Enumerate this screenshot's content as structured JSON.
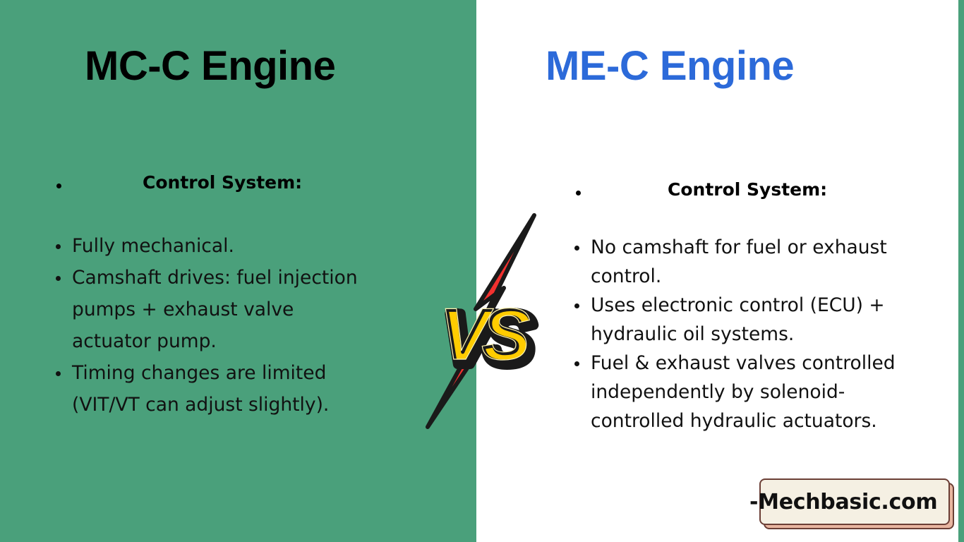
{
  "colors": {
    "left_panel_bg": "#4aa07b",
    "right_panel_bg": "#ffffff",
    "left_title": "#000000",
    "right_title": "#2c6ad9",
    "bolt_red": "#f2312f",
    "vs_yellow": "#ffcc00",
    "badge_bg": "#f5f0e3",
    "badge_shadow": "#e8b5a0"
  },
  "left": {
    "title": "MC-C Engine",
    "section_heading": "Control System:",
    "items": [
      {
        "lines": [
          "Fully mechanical."
        ]
      },
      {
        "lines": [
          "Camshaft drives: fuel injection",
          "pumps + exhaust valve",
          "actuator pump."
        ]
      },
      {
        "lines": [
          "Timing changes are limited",
          "(VIT/VT can adjust slightly)."
        ]
      }
    ]
  },
  "right": {
    "title": "ME-C Engine",
    "section_heading": "Control System:",
    "items": [
      {
        "lines": [
          "No camshaft for fuel or exhaust",
          "control."
        ]
      },
      {
        "lines": [
          "Uses electronic control (ECU) +",
          "hydraulic oil systems."
        ]
      },
      {
        "lines": [
          "Fuel & exhaust valves controlled",
          "independently by solenoid-",
          "controlled hydraulic actuators."
        ]
      }
    ]
  },
  "vs": {
    "label": "VS",
    "icon": "lightning-bolt-icon"
  },
  "watermark": {
    "text": "-Mechbasic.com"
  }
}
